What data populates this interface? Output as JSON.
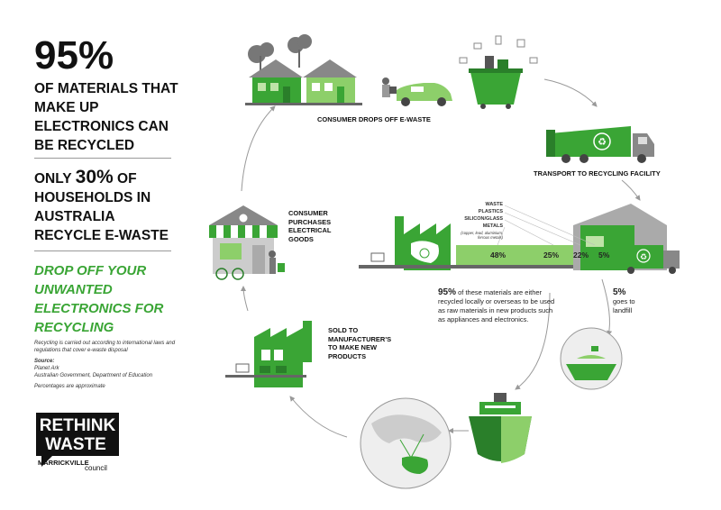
{
  "stat1": {
    "number": "95%",
    "text": "OF MATERIALS THAT MAKE UP ELECTRONICS CAN BE RECYCLED"
  },
  "stat2": {
    "prefix": "ONLY ",
    "percent": "30%",
    "suffix": " OF HOUSEHOLDS IN AUSTRALIA RECYCLE E-WASTE"
  },
  "cta": "DROP OFF YOUR UNWANTED ELECTRONICS FOR RECYCLING",
  "note": {
    "line": "Recycling is carried out according to international laws and regulations that cover e-waste disposal",
    "source_label": "Source:",
    "sources": [
      "Planet Ark",
      "Australian Government, Department of Education"
    ],
    "approx": "Percentages are approximate"
  },
  "logo": {
    "line1": "RETHINK",
    "line2": "WASTE",
    "line3": "MARRICKVILLE",
    "line4": "council"
  },
  "steps": {
    "drop_off": "CONSUMER DROPS OFF E-WASTE",
    "transport": "TRANSPORT TO RECYCLING FACILITY",
    "purchase": "CONSUMER PURCHASES ELECTRICAL GOODS",
    "manufacturer": "SOLD TO MANUFACTURER'S TO MAKE NEW PRODUCTS"
  },
  "materials": {
    "waste": "WASTE",
    "plastics": "PLASTICS",
    "silicon": "SILICON/GLASS",
    "metals": "METALS",
    "metals_note": "(copper, lead, aluminium, ferrous metals)"
  },
  "percentages": {
    "p48": "48%",
    "p25": "25%",
    "p22": "22%",
    "p5": "5%"
  },
  "recycled_note": {
    "bold": "95%",
    "text": " of these materials are either recycled locally or overseas to be used as raw materials in new products such as appliances and electronics."
  },
  "landfill_note": {
    "bold": "5%",
    "text": "goes to landfill"
  },
  "colors": {
    "green": "#3aa535",
    "dark_green": "#2a7f2a",
    "light_green": "#8dcf6a",
    "grey": "#999999"
  }
}
